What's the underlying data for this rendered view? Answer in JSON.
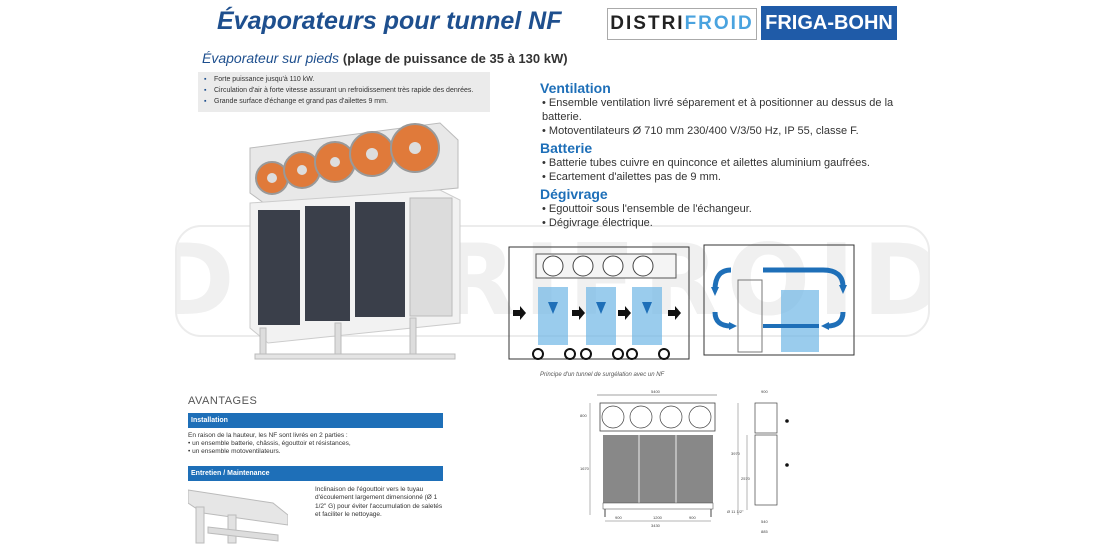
{
  "title": "Évaporateurs pour tunnel NF",
  "subtitle": {
    "main": "Évaporateur sur pieds",
    "range": "(plage de puissance de 35 à 130 kW)"
  },
  "logos": {
    "distrifroid_a": "DISTRI",
    "distrifroid_b": "FROID",
    "frigabohn": "FRIGA-BOHN"
  },
  "watermark": "DISTRIFROID",
  "features": [
    "Forte puissance jusqu'à 110 kW.",
    "Circulation d'air à forte vitesse assurant un refroidissement très rapide des denrées.",
    "Grande surface d'échange et grand pas d'ailettes 9 mm."
  ],
  "specs": {
    "ventilation_title": "Ventilation",
    "ventilation_1": "• Ensemble ventilation livré séparement et à positionner au dessus de la batterie.",
    "ventilation_2": "• Motoventilateurs Ø 710 mm 230/400 V/3/50 Hz, IP 55, classe F.",
    "batterie_title": "Batterie",
    "batterie_1": "• Batterie tubes cuivre en quinconce et ailettes aluminium gaufrées.",
    "batterie_2": "• Ecartement d'ailettes pas de 9 mm.",
    "degivrage_title": "Dégivrage",
    "degivrage_1": "• Egouttoir sous l'ensemble de l'échangeur.",
    "degivrage_2": "• Dégivrage électrique."
  },
  "diagram_caption": "Principe d'un tunnel de surgélation avec un NF",
  "avantages": {
    "heading": "AVANTAGES",
    "installation_title": "Installation",
    "installation_intro": "En raison de la hauteur, les NF sont livrés en 2 parties :",
    "installation_1": "• un ensemble batterie, châssis, égouttoir et résistances,",
    "installation_2": "• un ensemble motoventilateurs.",
    "maintenance_title": "Entretien / Maintenance",
    "maintenance_text": "Inclinaison de l'égouttoir vers le tuyau d'écoulement largement dimensionné (Ø 1 1/2\" G) pour éviter l'accumulation de saletés et faciliter le nettoyage."
  },
  "drawing": {
    "w_total": "5400",
    "w_main": "3430",
    "w_seg1": "900",
    "w_seg2": "1200",
    "w_seg3": "900",
    "h_fan": "800",
    "h_mid": "1670",
    "h_total": "3970",
    "h_coil": "2570",
    "side_w": "900",
    "side_b1": "540",
    "side_b2": "885",
    "pipe": "Ø 11 1/2\""
  },
  "colors": {
    "title_blue": "#1e4f8e",
    "section_blue": "#1e6fb8",
    "fan_orange": "#e07a3a",
    "frigabohn_bg": "#1f5ba8"
  }
}
